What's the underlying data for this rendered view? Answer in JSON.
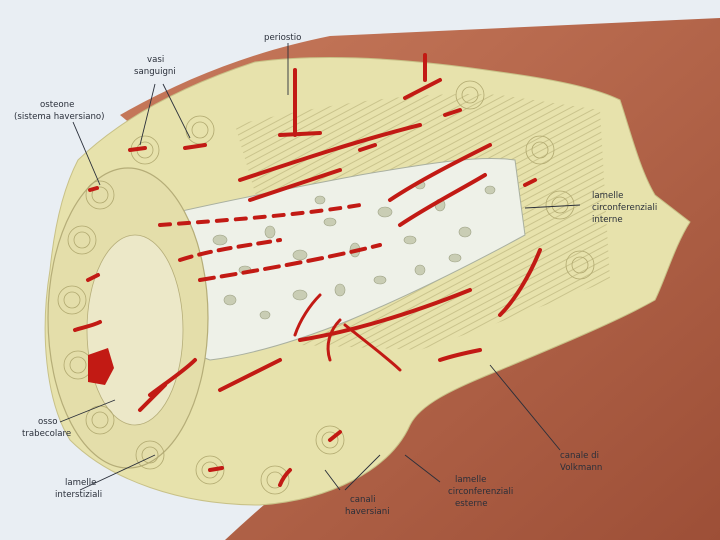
{
  "labels": {
    "periostio": "periostio",
    "vasi_1": "vasi",
    "vasi_2": "sanguigni",
    "osteone_1": "osteone",
    "osteone_2": "(sistema haversiano)",
    "lamelle_int_1": "lamelle",
    "lamelle_int_2": "circonferenziali",
    "lamelle_int_3": "interne",
    "osso_1": "osso",
    "osso_2": "trabecolare",
    "interstiziali_1": "lamelle",
    "interstiziali_2": "interstiziali",
    "canali_1": "canali",
    "canali_2": "haversiani",
    "lamelle_est_1": "lamelle",
    "lamelle_est_2": "circonferenziali",
    "lamelle_est_3": "esterne",
    "volkmann_1": "canale di",
    "volkmann_2": "Volkmann"
  },
  "colors": {
    "background": "#e9eef3",
    "periosteum": "#b5654a",
    "compact_bone": "#e7e2ac",
    "lamella_line": "#b9b27a",
    "trabecular_bone": "#eef1e8",
    "vessel": "#c21a14",
    "leader_line": "#2a2f3a"
  }
}
